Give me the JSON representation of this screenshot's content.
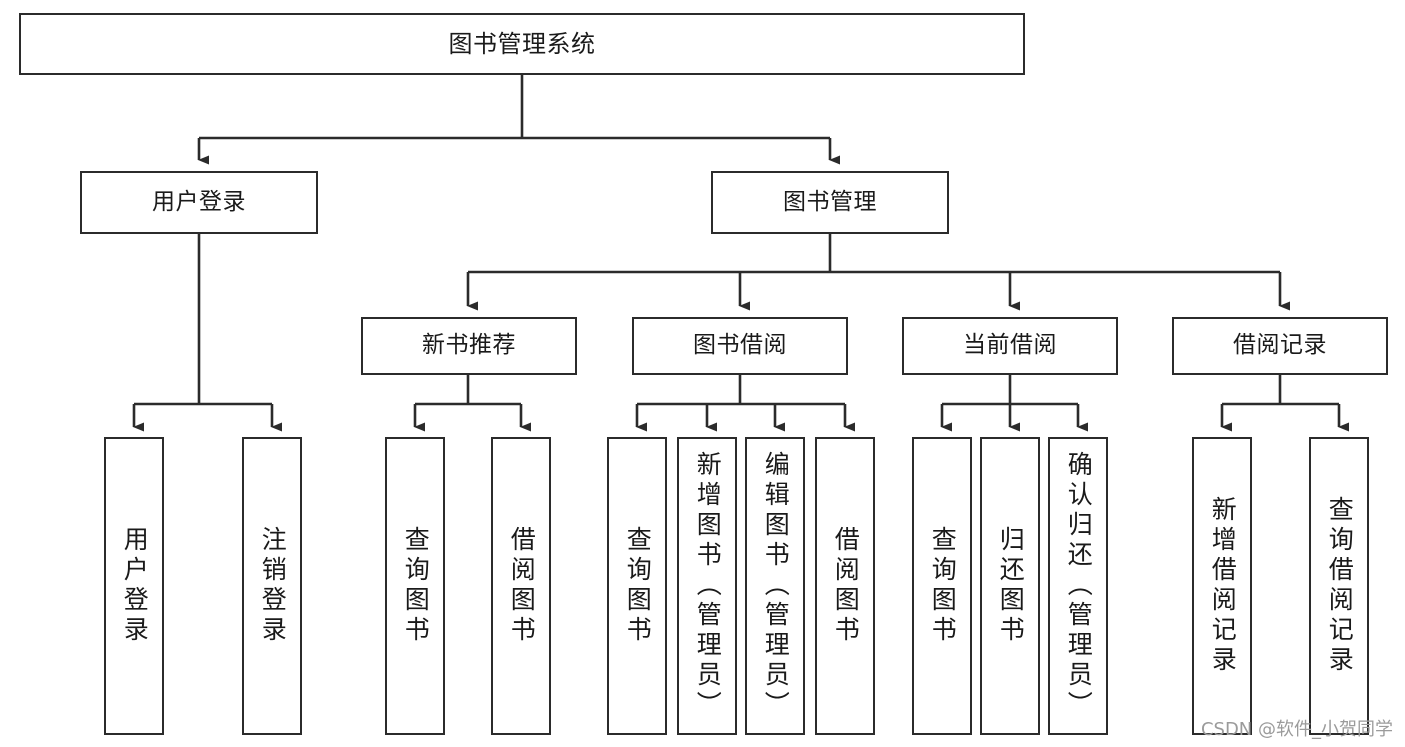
{
  "diagram": {
    "title": "图书管理系统",
    "watermark": "CSDN @软件_小贺同学",
    "colors": {
      "stroke": "#2b2b2b",
      "fill": "#ffffff",
      "text": "#1a1a1a",
      "watermark": "#9b9b9b"
    },
    "nodes": {
      "root": "图书管理系统",
      "level2": {
        "user_login": "用户登录",
        "book_manage": "图书管理"
      },
      "level3": {
        "new_book_rec": "新书推荐",
        "book_borrow": "图书借阅",
        "current_borrow": "当前借阅",
        "borrow_record": "借阅记录"
      },
      "leaves": {
        "user_login_1": "用户登录",
        "user_login_2": "注销登录",
        "new_book_rec_1": "查询图书",
        "new_book_rec_2": "借阅图书",
        "book_borrow_1": "查询图书",
        "book_borrow_2": "新增图书（管理员）",
        "book_borrow_3": "编辑图书（管理员）",
        "book_borrow_4": "借阅图书",
        "current_borrow_1": "查询图书",
        "current_borrow_2": "归还图书",
        "current_borrow_3": "确认归还（管理员）",
        "borrow_record_1": "新增借阅记录",
        "borrow_record_2": "查询借阅记录"
      }
    }
  }
}
